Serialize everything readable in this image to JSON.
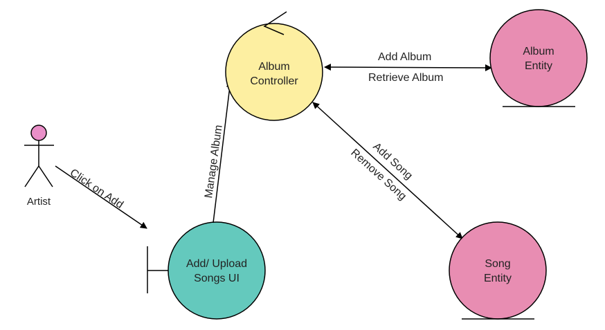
{
  "actor": {
    "label": "Artist",
    "head_color": "#e98fc8"
  },
  "nodes": {
    "boundary": {
      "line1": "Add/ Upload",
      "line2": "Songs UI",
      "color": "#64c9bd"
    },
    "controller": {
      "line1": "Album",
      "line2": "Controller",
      "color": "#fdefa1"
    },
    "album_entity": {
      "line1": "Album",
      "line2": "Entity",
      "color": "#e88db2"
    },
    "song_entity": {
      "line1": "Song",
      "line2": "Entity",
      "color": "#e88db2"
    }
  },
  "edges": {
    "click_on_add": "Click on Add",
    "manage_album": "Manage Album",
    "add_album": "Add Album",
    "retrieve_album": "Retrieve Album",
    "add_song": "Add Song",
    "remove_song": "Remove Song"
  }
}
